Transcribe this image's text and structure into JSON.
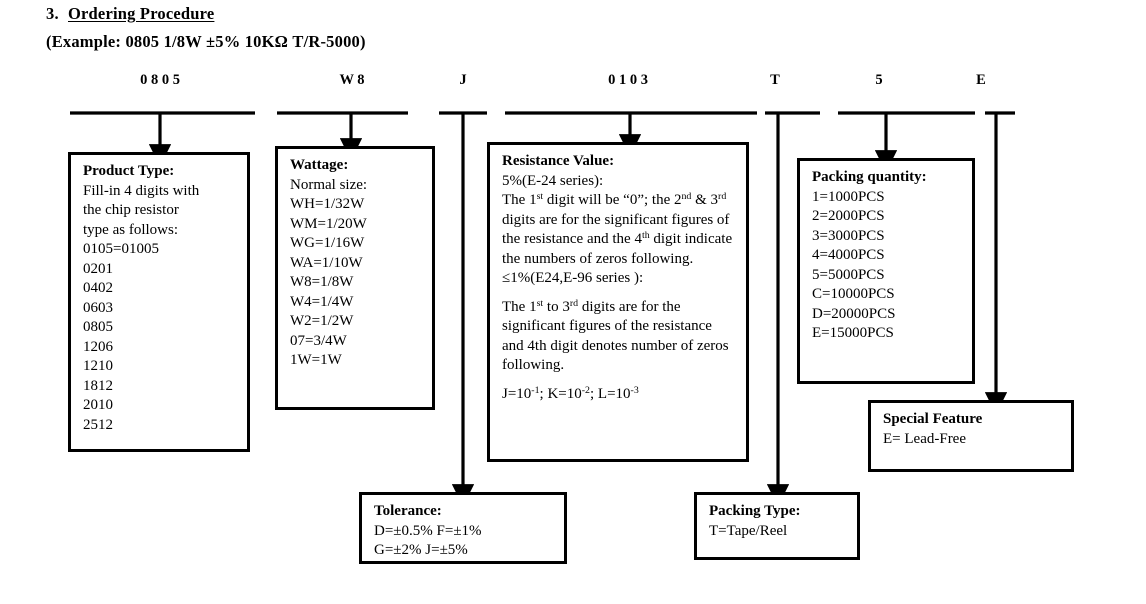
{
  "header": {
    "section_number": "3.",
    "section_title": "Ordering Procedure",
    "example": "(Example: 0805 1/8W ±5% 10KΩ T/R-5000)"
  },
  "part_number": {
    "segments": [
      {
        "name": "product-type",
        "chars": "0  8  0  5"
      },
      {
        "name": "wattage",
        "chars": "W  8"
      },
      {
        "name": "tolerance",
        "chars": "J"
      },
      {
        "name": "resistance",
        "chars": "0  1  0  3"
      },
      {
        "name": "packing-type",
        "chars": "T"
      },
      {
        "name": "packing-qty",
        "chars": "5"
      },
      {
        "name": "special",
        "chars": "E"
      }
    ]
  },
  "boxes": {
    "product_type": {
      "title": "Product Type:",
      "lines": [
        "Fill-in 4 digits with",
        "the chip resistor",
        "type as follows:",
        "0105=01005",
        "0201",
        "0402",
        "0603",
        "0805",
        "1206",
        "1210",
        "1812",
        "2010",
        "2512"
      ]
    },
    "wattage": {
      "title": "Wattage:",
      "lines": [
        "Normal size:",
        "WH=1/32W",
        "WM=1/20W",
        "WG=1/16W",
        "WA=1/10W",
        "W8=1/8W",
        "W4=1/4W",
        "W2=1/2W",
        "07=3/4W",
        "1W=1W"
      ]
    },
    "resistance": {
      "title": "Resistance Value:",
      "line_e24": "5%(E-24 series):",
      "para_e24_a": "The 1",
      "para_e24_b": " digit will be “0”; the 2",
      "para_e24_c": " & 3",
      "para_e24_d": " digits are for the significant figures of the resistance and the 4",
      "para_e24_e": " digit indicate the numbers of zeros following.",
      "sup_st": "st",
      "sup_nd": "nd",
      "sup_rd": "rd",
      "sup_th": "th",
      "line_e96": "≤1%(E24,E-96 series ):",
      "para_e96_a": "The 1",
      "para_e96_b": " to 3",
      "para_e96_c": " digits are for the significant figures of the resistance and 4th digit denotes number of zeros following.",
      "multipliers_a": "J=10",
      "multipliers_b": "; K=10",
      "multipliers_c": "; L=10",
      "exp_1": "-1",
      "exp_2": "-2",
      "exp_3": "-3"
    },
    "packing_quantity": {
      "title": "Packing quantity:",
      "lines": [
        "1=1000PCS",
        "2=2000PCS",
        "3=3000PCS",
        "4=4000PCS",
        "5=5000PCS",
        "C=10000PCS",
        "D=20000PCS",
        "E=15000PCS"
      ]
    },
    "special_feature": {
      "title": "Special Feature",
      "lines": [
        "E= Lead-Free"
      ]
    },
    "tolerance": {
      "title": "Tolerance:",
      "lines": [
        "D=±0.5%  F=±1%",
        "G=±2%   J=±5%"
      ]
    },
    "packing_type": {
      "title": "Packing Type:",
      "lines": [
        "T=Tape/Reel"
      ]
    }
  },
  "colors": {
    "ink": "#000000",
    "paper": "#ffffff"
  }
}
